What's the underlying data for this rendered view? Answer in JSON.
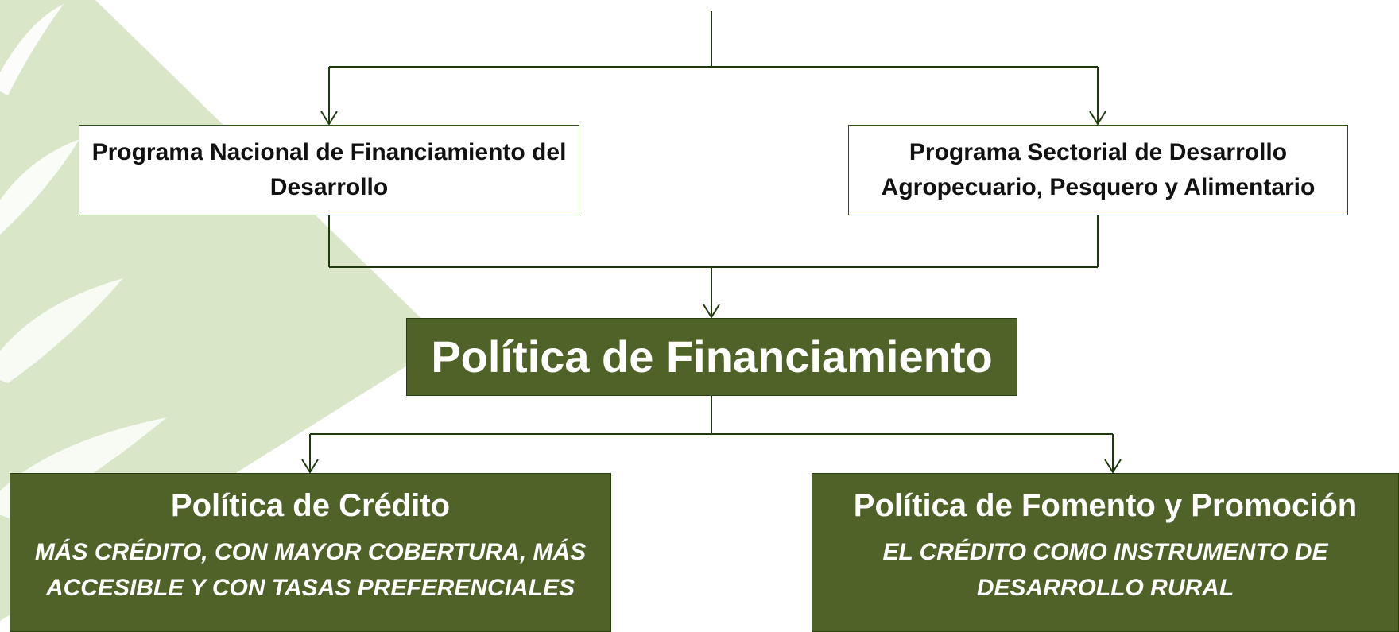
{
  "top_programs": {
    "left_label": "Programa Nacional de Financiamiento del Desarrollo",
    "right_label": "Programa Sectorial de Desarrollo Agropecuario, Pesquero y Alimentario"
  },
  "central_policy": {
    "title": "Política de Financiamiento"
  },
  "credit_policy": {
    "title": "Política de Crédito",
    "subtitle": "MÁS CRÉDITO, CON MAYOR COBERTURA, MÁS ACCESIBLE Y CON TASAS PREFERENCIALES"
  },
  "promotion_policy": {
    "title": "Política de Fomento y Promoción",
    "subtitle": "EL CRÉDITO COMO INSTRUMENTO DE DESARROLLO RURAL"
  },
  "colors": {
    "dark_green": "#4f6228",
    "line_green": "#1f3a0f",
    "light_green_background": "#d9e6c8",
    "white": "#ffffff"
  }
}
